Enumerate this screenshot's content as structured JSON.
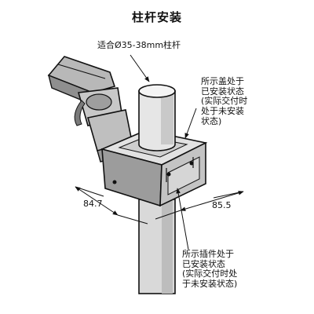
{
  "title": "柱杆安装",
  "pole_note": "适合Ø35-38mm柱杆",
  "cover_note": [
    "所示盖处于",
    "已安装状态",
    "(实际交付时",
    "处于未安装",
    "状态)"
  ],
  "plug_note": [
    "所示插件处于",
    "已安装状态",
    "(实际交付时处",
    "于未安装状态)"
  ],
  "dimensions": {
    "left": "84.7",
    "right": "85.5"
  }
}
